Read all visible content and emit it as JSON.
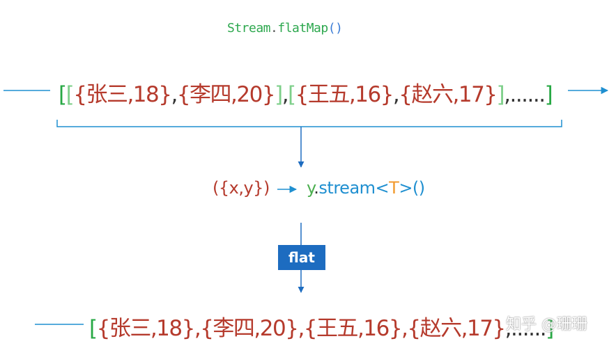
{
  "title": {
    "cls": "Stream",
    "dot": ".",
    "fn": "flatMap",
    "parens": "()"
  },
  "top_row": {
    "outer_open": "[",
    "g1_open": "[",
    "e1": "{张三,18}",
    "c1": ",",
    "e2": "{李四,20}",
    "g1_close": "]",
    "c2": ",",
    "g2_open": "[",
    "e3": "{王五,16}",
    "c3": ",",
    "e4": "{赵六,17}",
    "g2_close": "]",
    "tail": ",......",
    "outer_close": "]"
  },
  "lambda": {
    "params_open": "(",
    "params": "{x,y}",
    "params_close": ")",
    "body_y": "y",
    "body_dot": ".",
    "body_stream": "stream",
    "lt": "<",
    "T": "T",
    "gt": ">",
    "body_parens": "()"
  },
  "flat_label": "flat",
  "bottom_row": {
    "open": "[",
    "content": "{张三,18},{李四,20},{王五,16},{赵六,17}",
    "tail": ",......",
    "close": "]"
  },
  "watermark": "知乎 @珊珊",
  "colors": {
    "red": "#b53a2c",
    "green": "#27a844",
    "light_green": "#7ecf8a",
    "blue": "#1f8fd0",
    "orange": "#f29a2e",
    "flat_bg": "#1d6cc0"
  },
  "icons": [
    "arrow-right-icon",
    "arrow-down-icon",
    "brace-icon"
  ]
}
